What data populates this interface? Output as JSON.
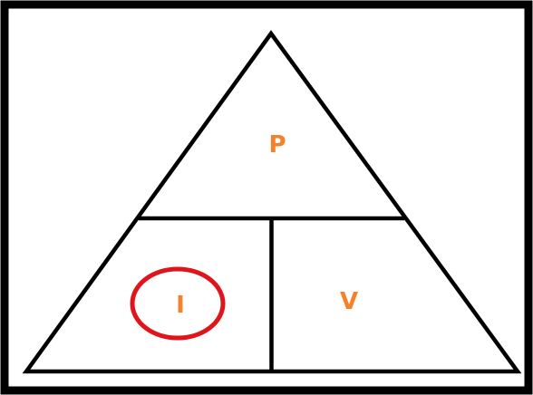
{
  "diagram": {
    "labels": {
      "power": "P",
      "current": "I",
      "voltage": "V"
    },
    "colors": {
      "line": "#000000",
      "label": "#f5822a",
      "highlight": "#e0151b",
      "background": "#ffffff"
    },
    "highlighted": "current"
  }
}
